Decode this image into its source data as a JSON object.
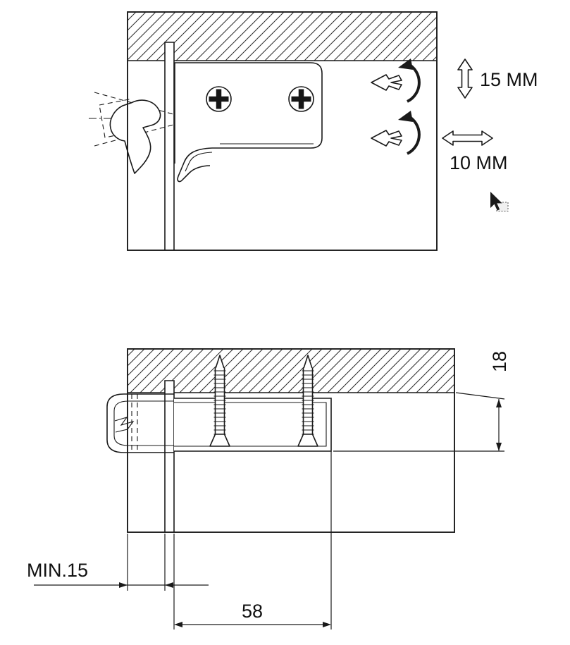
{
  "top_view": {
    "vertical_adjustment_label": "15 MM",
    "horizontal_adjustment_label": "10 MM"
  },
  "front_view": {
    "depth_label": "18",
    "min_clearance_label": "MIN.15",
    "spacing_label": "58"
  },
  "colors": {
    "ink": "#1a1a1a",
    "background": "#ffffff"
  },
  "icons": {
    "screwdriver_bit": "phillips-bit-icon",
    "rotation_arrow": "curved-rotation-arrow-icon",
    "vertical_adjustment_arrow": "double-arrow-vertical-icon",
    "horizontal_adjustment_arrow": "double-arrow-horizontal-icon",
    "mouse_cursor": "drag-cursor-icon"
  }
}
